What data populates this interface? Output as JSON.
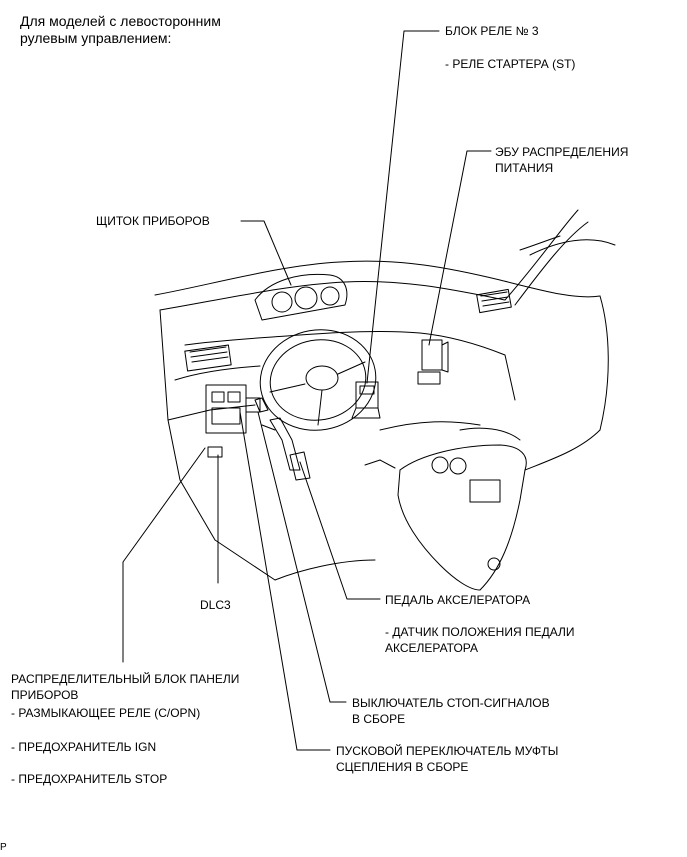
{
  "heading": [
    "Для моделей с левосторонним",
    "рулевым управлением:"
  ],
  "labels": {
    "relay_block": "БЛОК РЕЛЕ № 3",
    "starter_relay": "- РЕЛЕ СТАРТЕРА (ST)",
    "ecu_1": "ЭБУ РАСПРЕДЕЛЕНИЯ",
    "ecu_2": "ПИТАНИЯ",
    "instrument_panel": "ЩИТОК ПРИБОРОВ",
    "dlc3": "DLC3",
    "accel_pedal": "ПЕДАЛЬ АКСЕЛЕРАТОРА",
    "accel_sensor_1": "- ДАТЧИК ПОЛОЖЕНИЯ ПЕДАЛИ",
    "accel_sensor_2": "АКСЕЛЕРАТОРА",
    "junction_block_1": "РАСПРЕДЕЛИТЕЛЬНЫЙ БЛОК ПАНЕЛИ",
    "junction_block_2": "ПРИБОРОВ",
    "opening_relay": "- РАЗМЫКАЮЩЕЕ РЕЛЕ (C/OPN)",
    "fuse_ign": "- ПРЕДОХРАНИТЕЛЬ IGN",
    "fuse_stop": "- ПРЕДОХРАНИТЕЛЬ STOP",
    "stop_switch_1": "ВЫКЛЮЧАТЕЛЬ СТОП-СИГНАЛОВ",
    "stop_switch_2": "В СБОРЕ",
    "clutch_switch_1": "ПУСКОВОЙ ПЕРЕКЛЮЧАТЕЛЬ МУФТЫ",
    "clutch_switch_2": "СЦЕПЛЕНИЯ В СБОРЕ"
  },
  "corner_mark": "P"
}
